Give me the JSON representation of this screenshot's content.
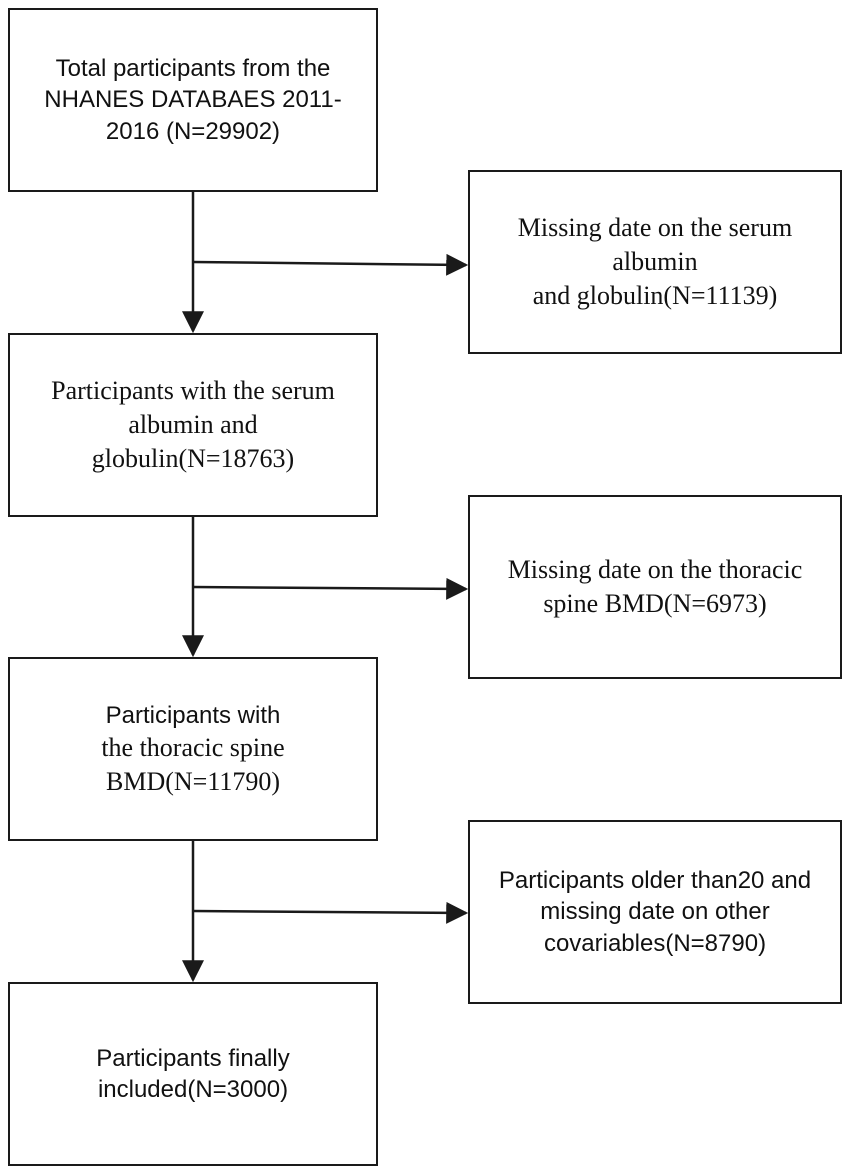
{
  "boxes": {
    "total": [
      "Total participants from the",
      "NHANES DATABAES 2011-",
      "2016 (N=29902)"
    ],
    "missing_albumin": [
      "Missing date on the serum",
      "albumin",
      "and globulin(N=11139)"
    ],
    "with_albumin": [
      "Participants with the serum",
      "albumin and",
      "globulin(N=18763)"
    ],
    "missing_bmd": [
      "Missing date on the thoracic",
      "spine BMD(N=6973)"
    ],
    "with_bmd": [
      "Participants with",
      "the thoracic spine",
      "BMD(N=11790)"
    ],
    "missing_covariables": [
      "Participants older than20 and",
      "missing date on other",
      "covariables(N=8790)"
    ],
    "final": [
      "Participants finally",
      "included(N=3000)"
    ]
  },
  "colors": {
    "line": "#1a1a1a",
    "text": "#111111",
    "background": "#ffffff"
  }
}
